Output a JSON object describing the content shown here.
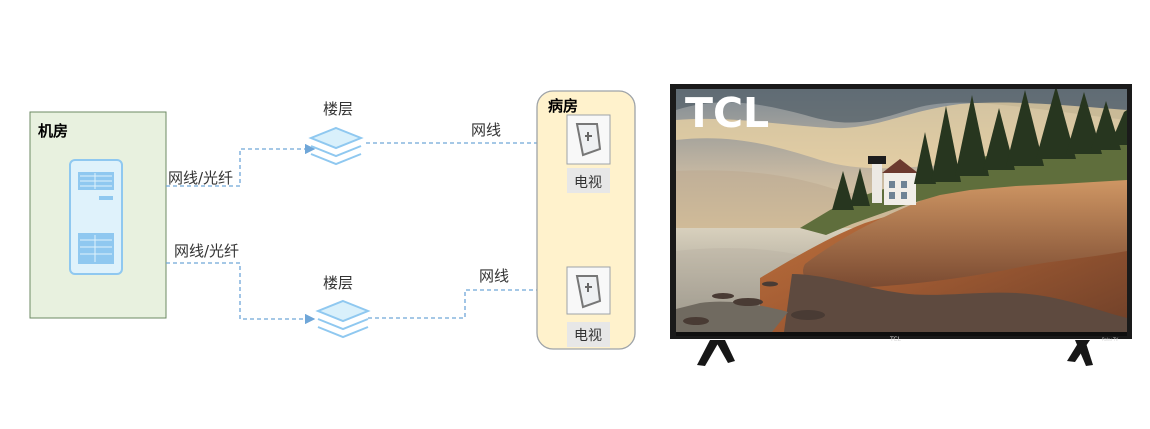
{
  "diagram": {
    "server_room": {
      "title": "机房"
    },
    "connections": {
      "upper_cable": "网线/光纤",
      "lower_cable": "网线/光纤",
      "upper_floor_cable": "网线",
      "lower_floor_cable": "网线"
    },
    "floors": [
      {
        "label": "楼层"
      },
      {
        "label": "楼层"
      }
    ],
    "ward": {
      "title": "病房",
      "devices": [
        {
          "label": "电视"
        },
        {
          "label": "电视"
        }
      ]
    },
    "tv_display": {
      "brand": "TCL",
      "bottom_logo": "TCL",
      "right_logo": "Roku TV"
    },
    "colors": {
      "server_room_fill": "#e8f1df",
      "server_room_border": "#6c8a63",
      "link": "#6fa6d8",
      "ward_fill": "#fff2cc",
      "ward_border": "#9ea3a8",
      "tv_frame": "#1a1a1a",
      "icon_blue": "#8fc8f0"
    }
  }
}
